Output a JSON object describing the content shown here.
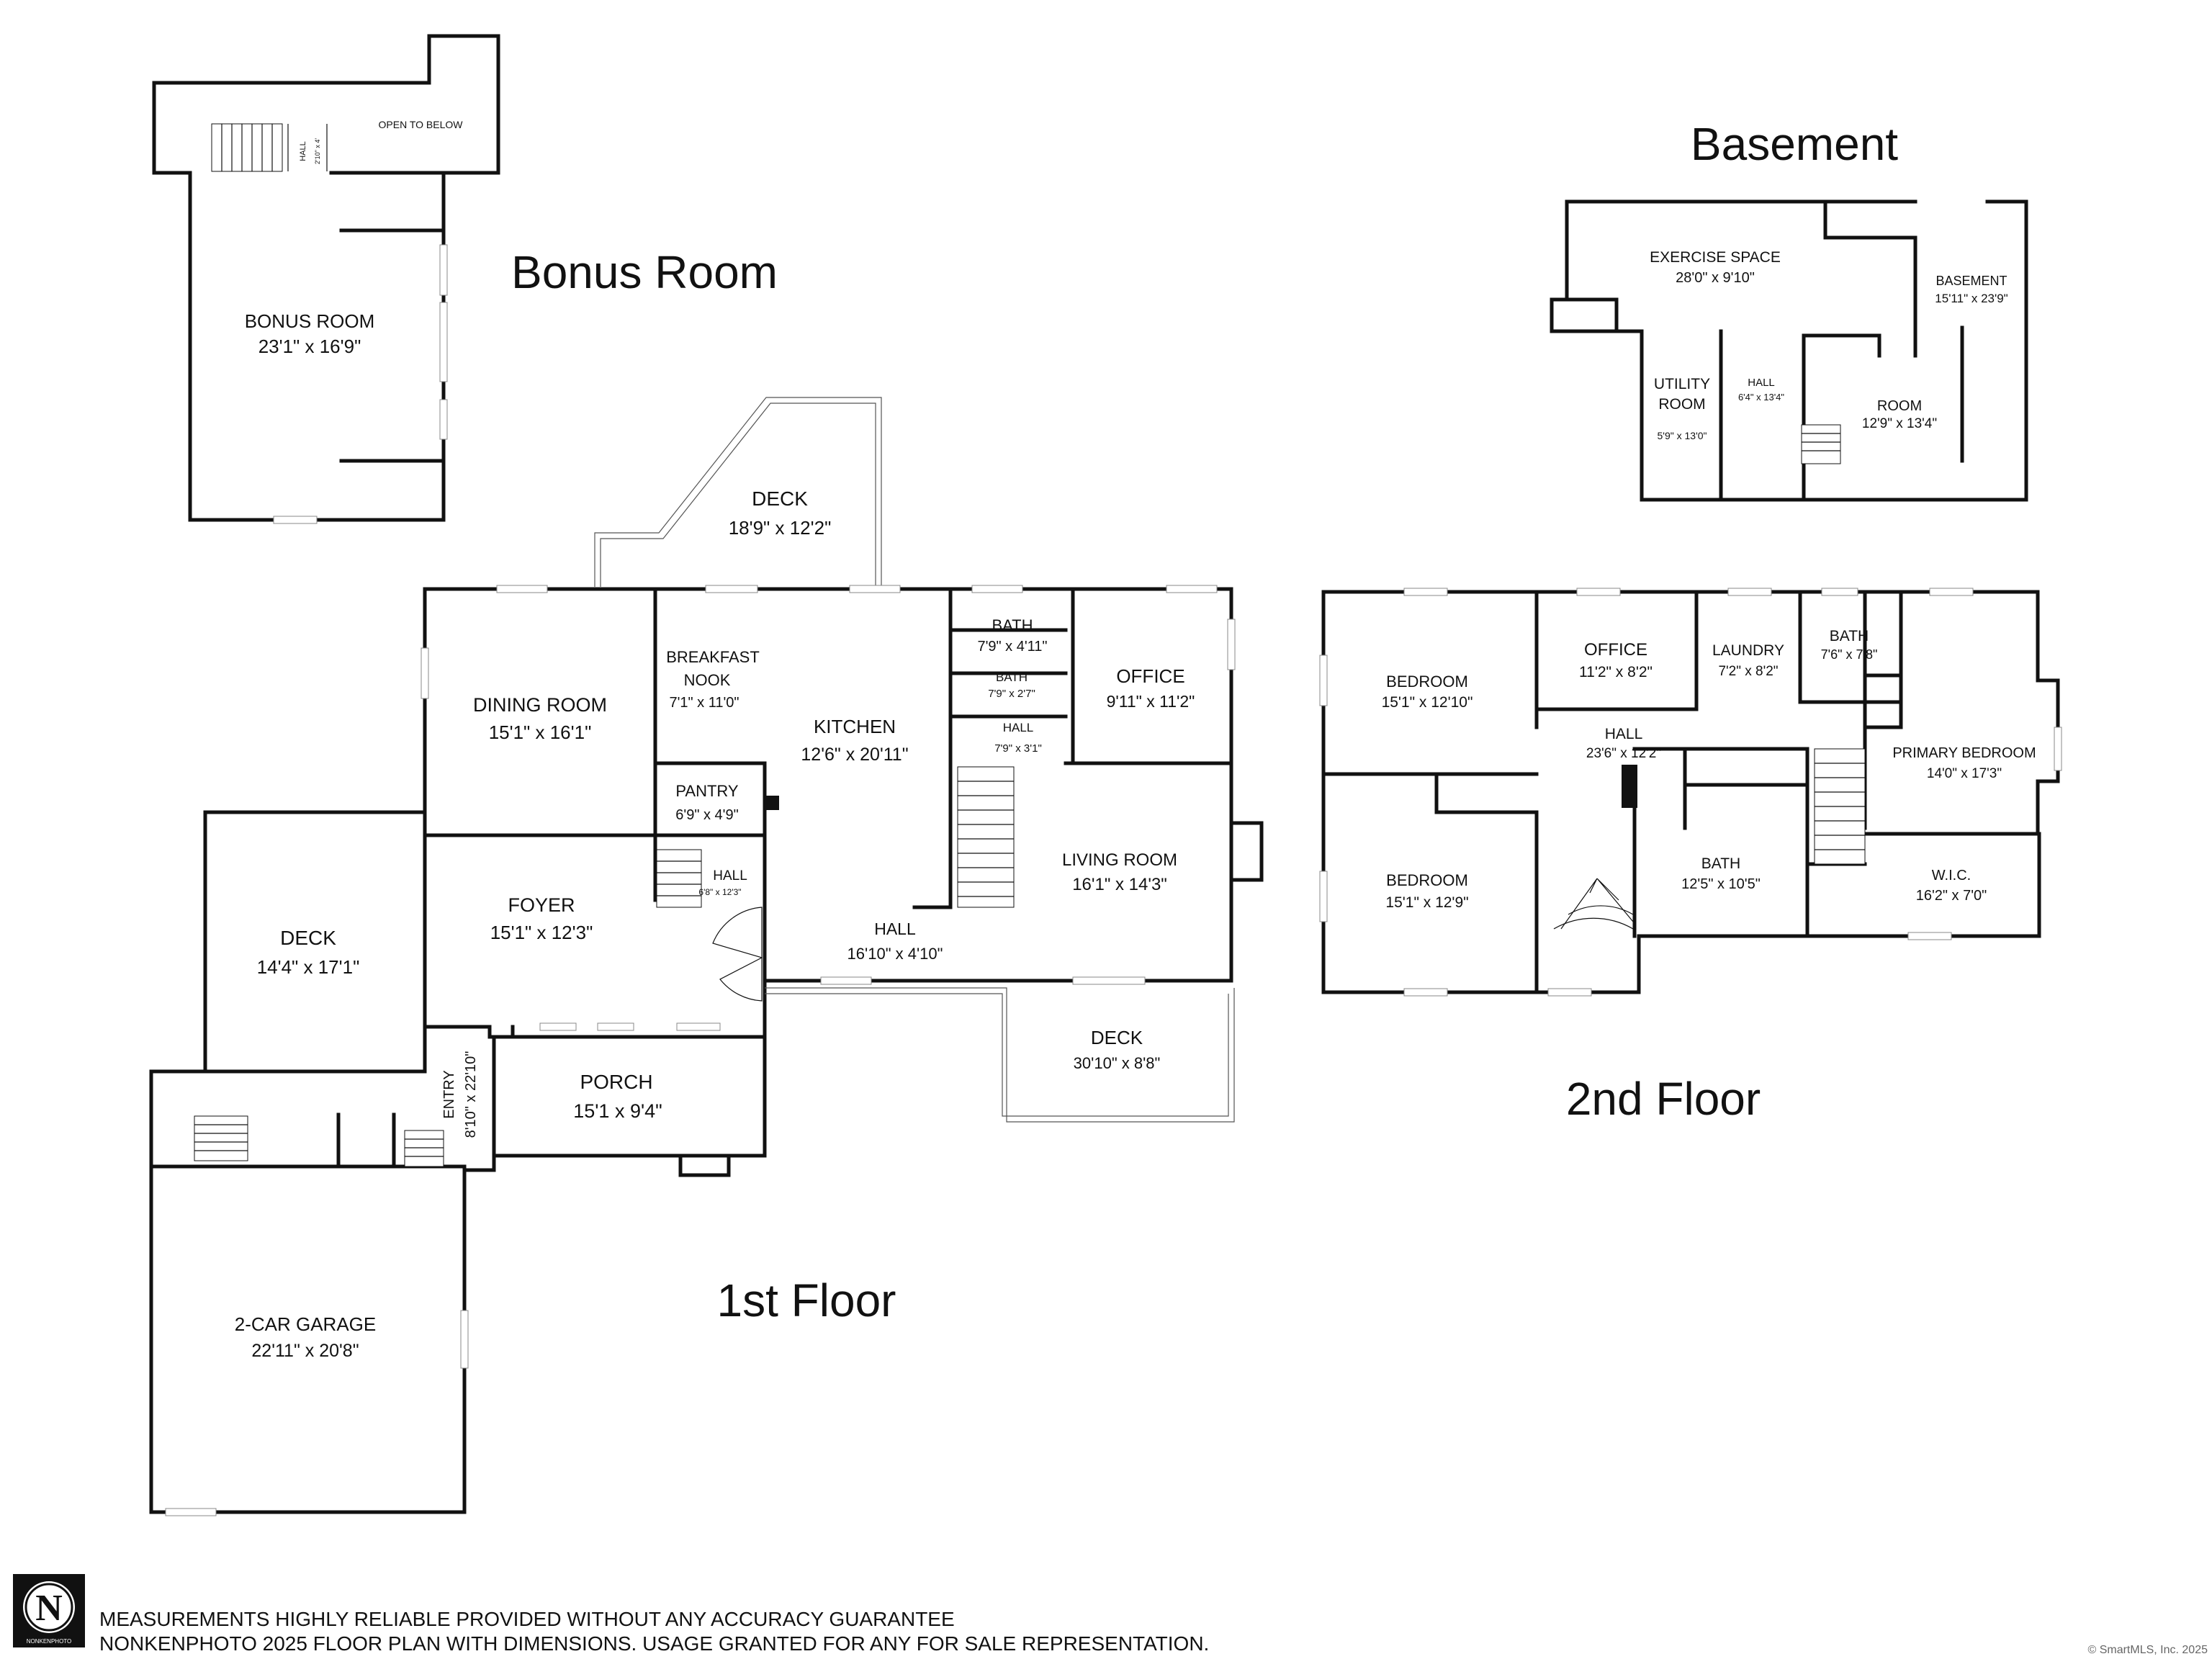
{
  "titles": {
    "bonus_room": "Bonus Room",
    "basement": "Basement",
    "first_floor": "1st Floor",
    "second_floor": "2nd Floor"
  },
  "rooms": {
    "bonus": {
      "name": "BONUS ROOM",
      "dims": "23'1\" x 16'9\""
    },
    "bonus_hall": {
      "name": "HALL",
      "dims": "2'10\" x 4'"
    },
    "open_to_below": {
      "name": "OPEN TO BELOW"
    },
    "exercise": {
      "name": "EXERCISE SPACE",
      "dims": "28'0\" x 9'10\""
    },
    "basement": {
      "name": "BASEMENT",
      "dims": "15'11\" x 23'9\""
    },
    "utility": {
      "name_line1": "UTILITY",
      "name_line2": "ROOM",
      "dims": "5'9\" x 13'0\""
    },
    "basement_hall": {
      "name": "HALL",
      "dims": "6'4\" x 13'4\""
    },
    "basement_room": {
      "name": "ROOM",
      "dims": "12'9\" x 13'4\""
    },
    "deck_top": {
      "name": "DECK",
      "dims": "18'9\" x 12'2\""
    },
    "dining": {
      "name": "DINING ROOM",
      "dims": "15'1\" x 16'1\""
    },
    "breakfast": {
      "name_line1": "BREAKFAST",
      "name_line2": "NOOK",
      "dims": "7'1\" x 11'0\""
    },
    "kitchen": {
      "name": "KITCHEN",
      "dims": "12'6\" x 20'11\""
    },
    "bath1": {
      "name": "BATH",
      "dims": "7'9\" x 4'11\""
    },
    "bath2": {
      "name": "BATH",
      "dims": "7'9\" x 2'7\""
    },
    "hall_small": {
      "name": "HALL",
      "dims": "7'9\" x 3'1\""
    },
    "office1": {
      "name": "OFFICE",
      "dims": "9'11\" x 11'2\""
    },
    "pantry": {
      "name": "PANTRY",
      "dims": "6'9\" x 4'9\""
    },
    "foyer": {
      "name": "FOYER",
      "dims": "15'1\" x 12'3\""
    },
    "hall_foyer": {
      "name": "HALL",
      "dims": "6'8\" x 12'3\""
    },
    "living": {
      "name": "LIVING ROOM",
      "dims": "16'1\" x 14'3\""
    },
    "hall_main": {
      "name": "HALL",
      "dims": "16'10\" x 4'10\""
    },
    "deck_left": {
      "name": "DECK",
      "dims": "14'4\" x 17'1\""
    },
    "deck_right": {
      "name": "DECK",
      "dims": "30'10\" x 8'8\""
    },
    "porch": {
      "name": "PORCH",
      "dims": "15'1  x 9'4\""
    },
    "entry": {
      "name": "ENTRY",
      "dims": "8'10\" x 22'10\""
    },
    "garage": {
      "name": "2-CAR GARAGE",
      "dims": "22'11\" x 20'8\""
    },
    "bedroom1": {
      "name": "BEDROOM",
      "dims": "15'1\" x 12'10\""
    },
    "bedroom2": {
      "name": "BEDROOM",
      "dims": "15'1\" x 12'9\""
    },
    "office2": {
      "name": "OFFICE",
      "dims": "11'2\" x 8'2\""
    },
    "laundry": {
      "name": "LAUNDRY",
      "dims": "7'2\" x 8'2\""
    },
    "bath3": {
      "name": "BATH",
      "dims": "7'6\" x 7'8\""
    },
    "hall2": {
      "name": "HALL",
      "dims": "23'6\" x 12'2\""
    },
    "primary": {
      "name": "PRIMARY BEDROOM",
      "dims": "14'0\" x 17'3\""
    },
    "bath4": {
      "name": "BATH",
      "dims": "12'5\" x 10'5\""
    },
    "wic": {
      "name": "W.I.C.",
      "dims": "16'2\" x 7'0\""
    }
  },
  "footer": {
    "logo_letter": "N",
    "logo_caption": "NONKENPHOTO",
    "line1": "MEASUREMENTS HIGHLY RELIABLE PROVIDED WITHOUT ANY ACCURACY GUARANTEE",
    "line2": "NONKENPHOTO 2025  FLOOR PLAN WITH DIMENSIONS. USAGE GRANTED FOR ANY FOR SALE REPRESENTATION.",
    "copyright": "© SmartMLS, Inc. 2025"
  }
}
